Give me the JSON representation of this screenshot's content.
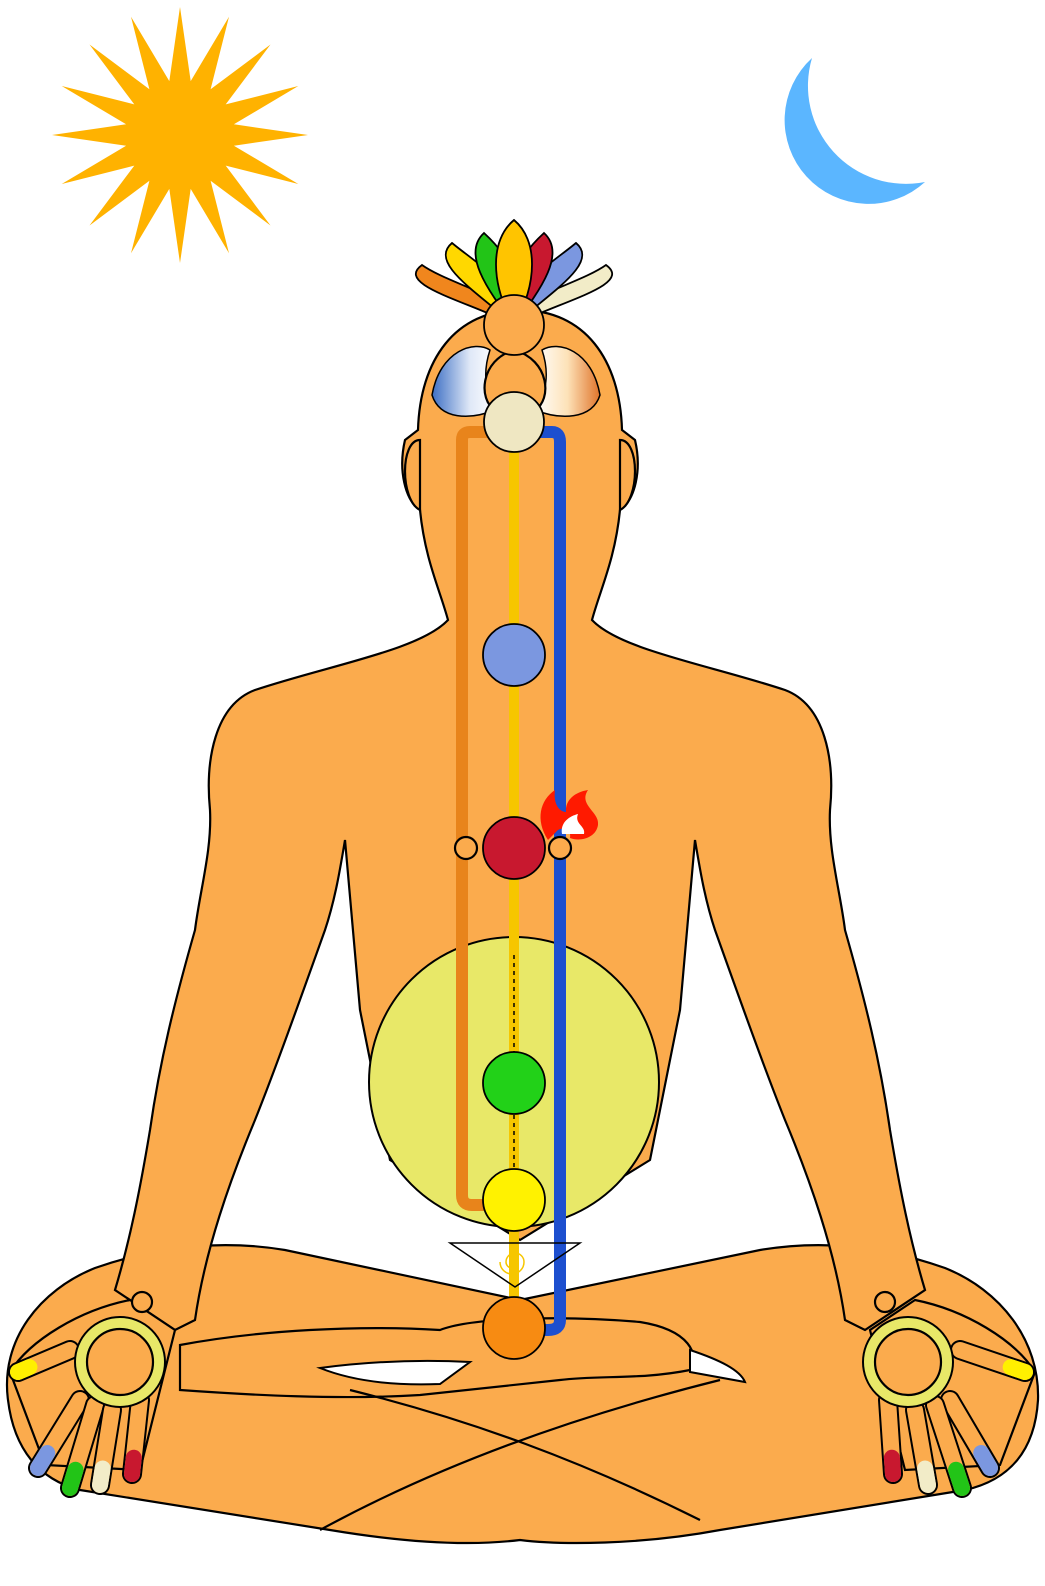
{
  "colors": {
    "background": "#ffffff",
    "skin": "#fbab4d",
    "outline": "#000000",
    "sun": "#ffb200",
    "moon": "#5bb6ff",
    "channel_left": "#e8841b",
    "channel_center": "#f6c600",
    "channel_right": "#1d4fcf",
    "navel_aura": "#e8e868",
    "flame": "#ff1a00",
    "crown_base": "#fbab4d",
    "crown_lens": "#3d6fc4"
  },
  "icons": {
    "sun": "sun-icon",
    "moon": "crescent-moon-icon",
    "lotus": "lotus-icon",
    "flame": "flame-icon",
    "spiral": "spiral-icon"
  },
  "chakras": [
    {
      "name": "crown",
      "color": "#fbab4d"
    },
    {
      "name": "third-eye",
      "color": "#efe7c2"
    },
    {
      "name": "throat",
      "color": "#7b97e0"
    },
    {
      "name": "heart",
      "color": "#c8182f"
    },
    {
      "name": "solar-plexus",
      "color": "#22d118"
    },
    {
      "name": "sacral",
      "color": "#fff200"
    },
    {
      "name": "root",
      "color": "#f78b12"
    }
  ],
  "lotus_petals": [
    "#f0861d",
    "#ffd800",
    "#22c417",
    "#ffc400",
    "#c8182f",
    "#7b97e0",
    "#f2ecc8"
  ],
  "finger_tips": [
    "#fff000",
    "#7b97e0",
    "#22c417",
    "#f2ecc8",
    "#c8182f"
  ]
}
